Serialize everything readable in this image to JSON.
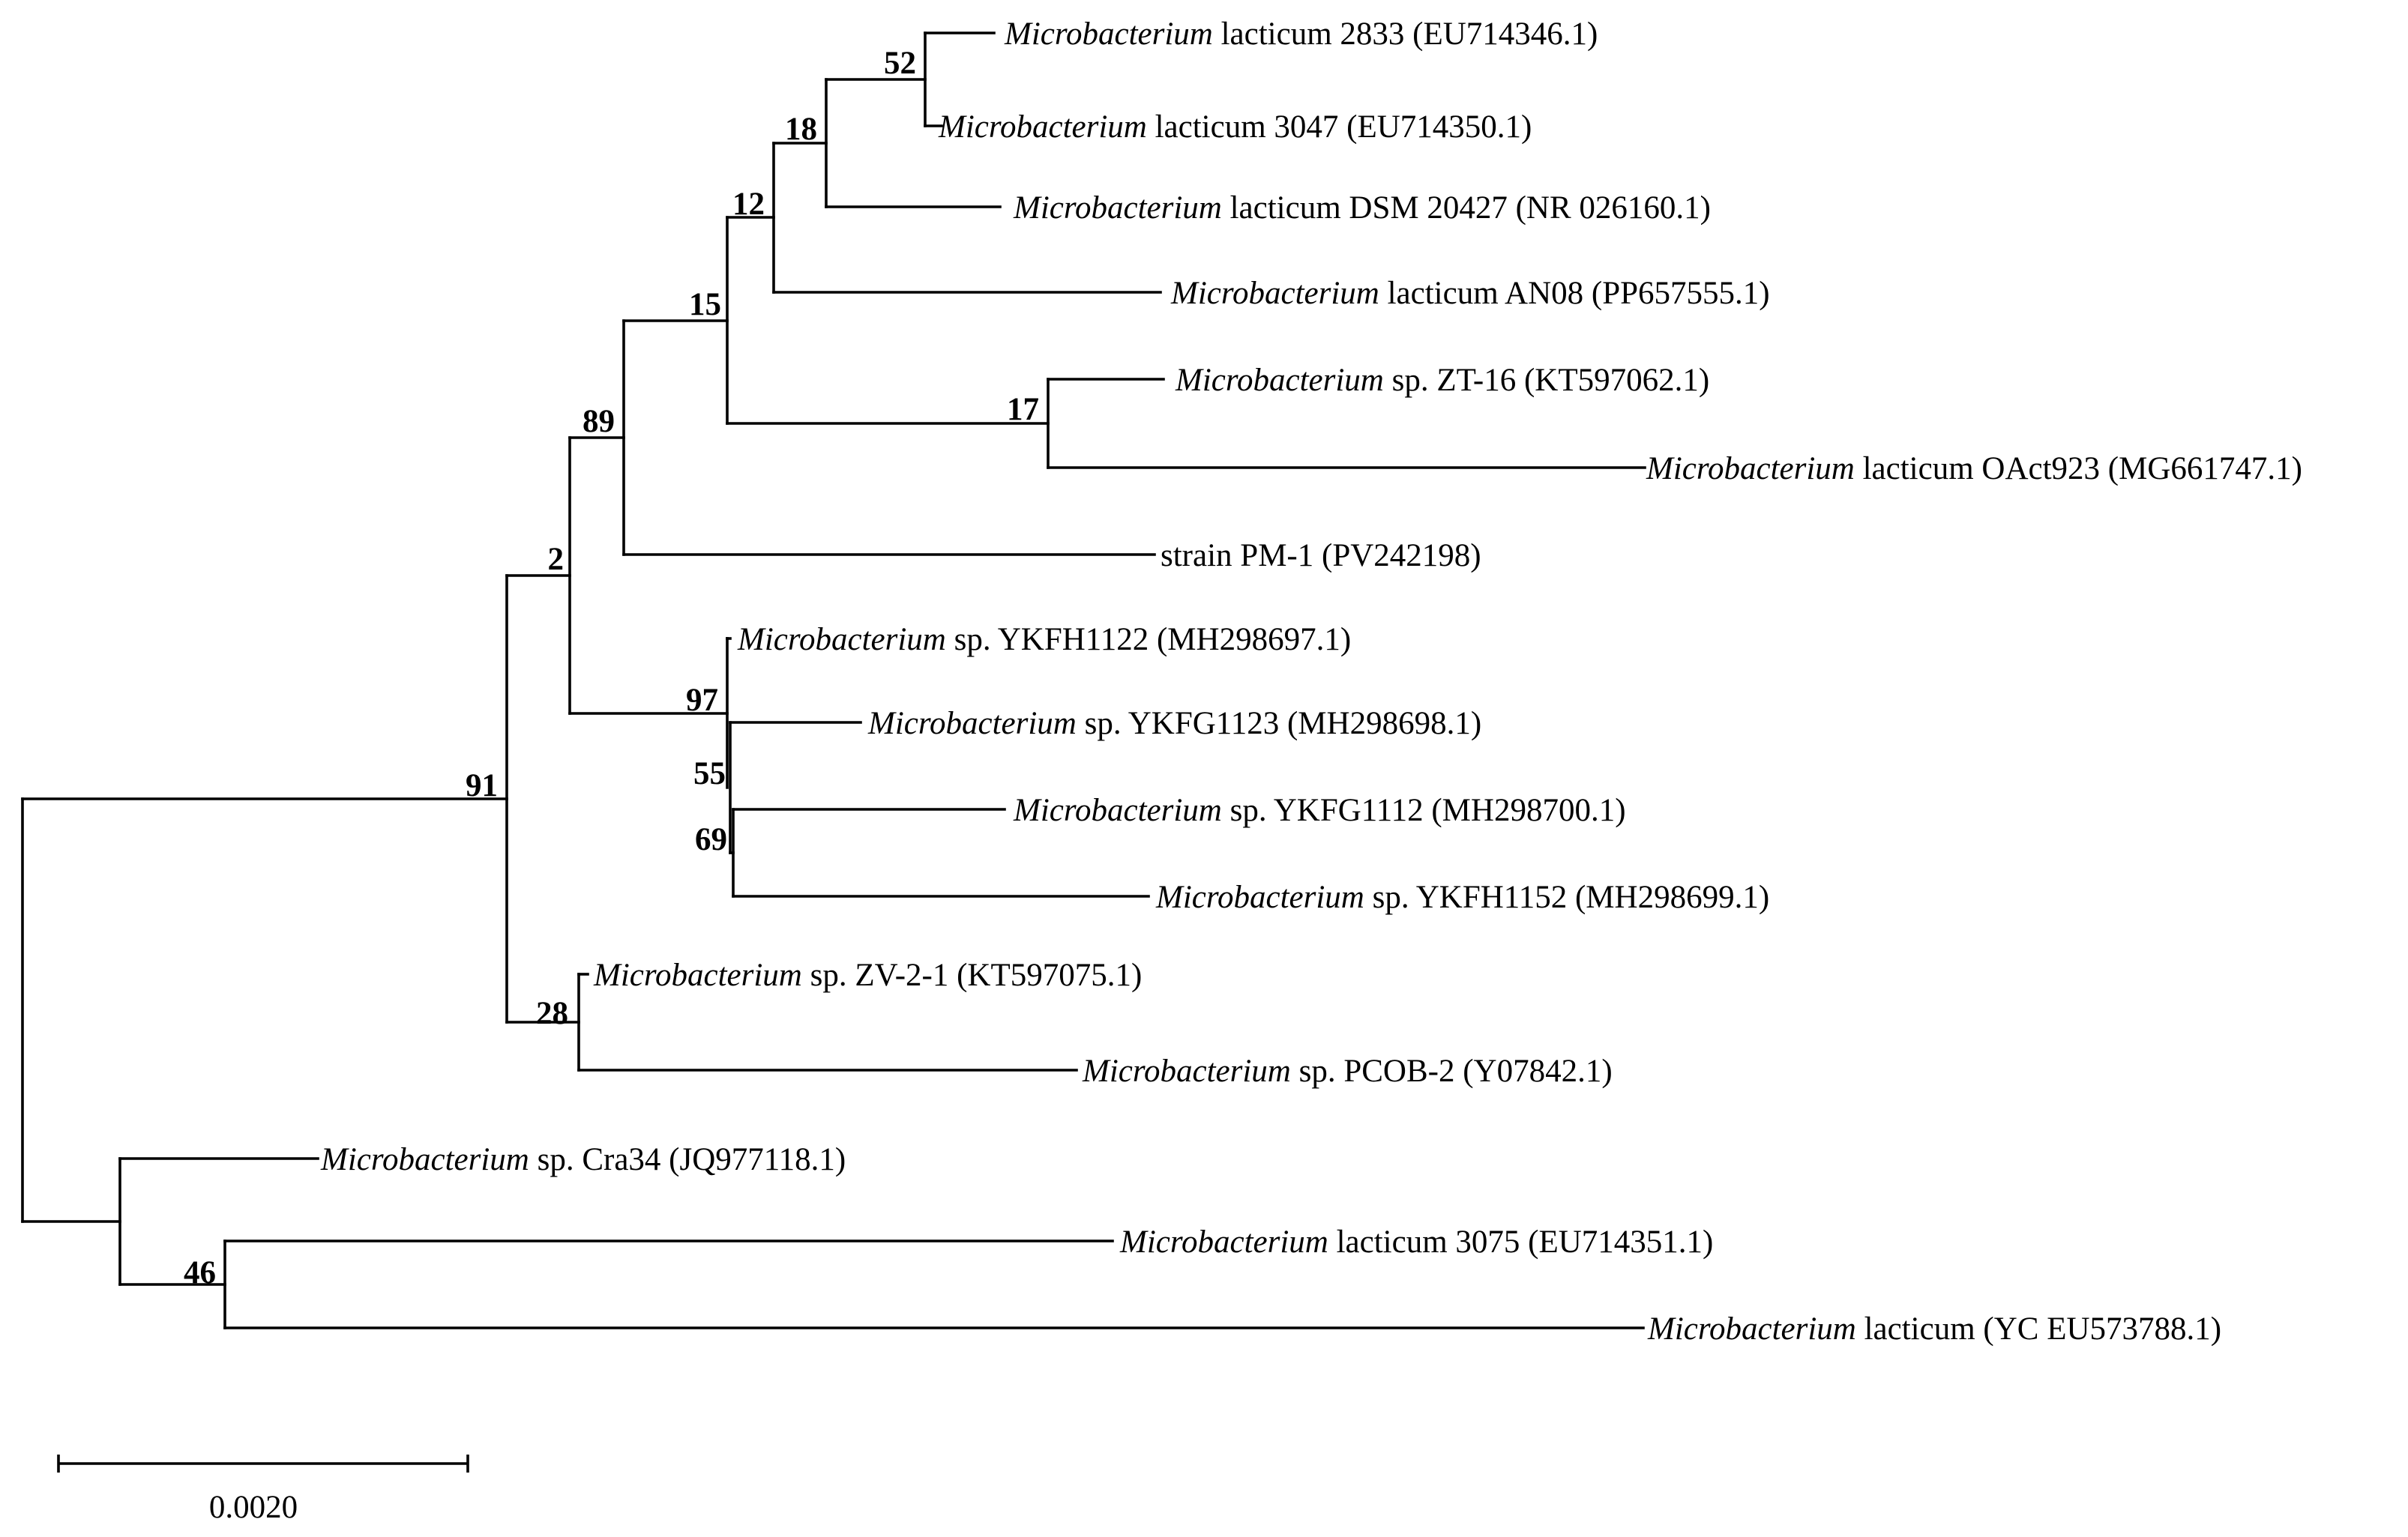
{
  "tree": {
    "leaves": [
      {
        "id": "l01",
        "genus": "Microbacterium",
        "rest": " lacticum 2833 (EU714346.1)"
      },
      {
        "id": "l02",
        "genus": "Microbacterium",
        "rest": " lacticum 3047 (EU714350.1)"
      },
      {
        "id": "l03",
        "genus": "Microbacterium",
        "rest": " lacticum DSM 20427 (NR 026160.1)"
      },
      {
        "id": "l04",
        "genus": "Microbacterium",
        "rest": " lacticum AN08 (PP657555.1)"
      },
      {
        "id": "l05",
        "genus": "Microbacterium",
        "rest": " sp. ZT-16 (KT597062.1)"
      },
      {
        "id": "l06",
        "genus": "Microbacterium",
        "rest": " lacticum OAct923 (MG661747.1)"
      },
      {
        "id": "l07",
        "genus": "",
        "rest": "strain PM-1 (PV242198)"
      },
      {
        "id": "l08",
        "genus": "Microbacterium",
        "rest": " sp. YKFH1122 (MH298697.1)"
      },
      {
        "id": "l09",
        "genus": "Microbacterium",
        "rest": " sp. YKFG1123 (MH298698.1)"
      },
      {
        "id": "l10",
        "genus": "Microbacterium",
        "rest": " sp. YKFG1112 (MH298700.1)"
      },
      {
        "id": "l11",
        "genus": "Microbacterium",
        "rest": " sp. YKFH1152 (MH298699.1)"
      },
      {
        "id": "l12",
        "genus": "Microbacterium",
        "rest": " sp. ZV-2-1 (KT597075.1)"
      },
      {
        "id": "l13",
        "genus": "Microbacterium",
        "rest": " sp. PCOB-2 (Y07842.1)"
      },
      {
        "id": "l14",
        "genus": "Microbacterium",
        "rest": " sp. Cra34 (JQ977118.1)"
      },
      {
        "id": "l15",
        "genus": "Microbacterium",
        "rest": " lacticum 3075 (EU714351.1)"
      },
      {
        "id": "l16",
        "genus": "Microbacterium",
        "rest": " lacticum (YC EU573788.1)"
      }
    ],
    "bootstrap_values": [
      "52",
      "18",
      "12",
      "17",
      "15",
      "89",
      "2",
      "97",
      "55",
      "69",
      "91",
      "28",
      "46"
    ],
    "scale_bar_label": "0.0020"
  }
}
